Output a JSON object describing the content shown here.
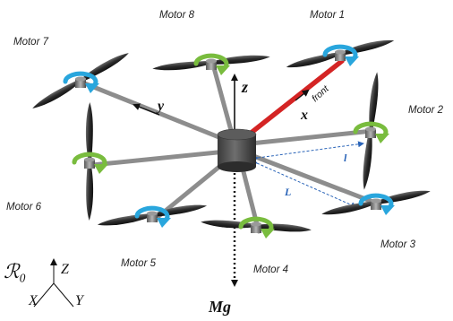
{
  "motors": [
    {
      "label": "Motor 1",
      "rotation": "blue"
    },
    {
      "label": "Motor 2",
      "rotation": "green"
    },
    {
      "label": "Motor 3",
      "rotation": "blue"
    },
    {
      "label": "Motor 4",
      "rotation": "green"
    },
    {
      "label": "Motor 5",
      "rotation": "blue"
    },
    {
      "label": "Motor 6",
      "rotation": "green"
    },
    {
      "label": "Motor 7",
      "rotation": "blue"
    },
    {
      "label": "Motor 8",
      "rotation": "green"
    }
  ],
  "body_axes": {
    "x": "x",
    "y": "y",
    "z": "z",
    "front": "front"
  },
  "dimensions": {
    "arm_short": "l",
    "arm_long": "L"
  },
  "gravity_label": "Mg",
  "inertial_frame": {
    "name": "ℛ₀",
    "z": "Z",
    "x": "X",
    "y": "Y"
  },
  "colors": {
    "rotation_blue": "#29a6dd",
    "rotation_green": "#79bc3e",
    "front_arm": "#d42424",
    "arm": "#8d8d8d",
    "dimension": "#2a64b8"
  }
}
